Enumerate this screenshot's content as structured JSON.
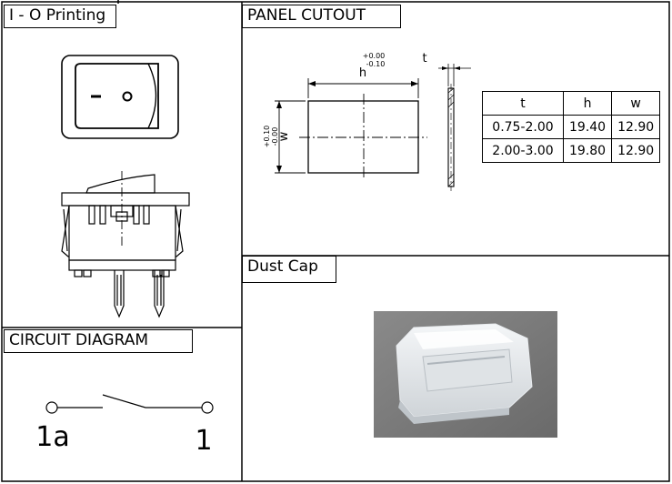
{
  "sections": {
    "io_printing": {
      "title": "I - O Printing",
      "rocker_symbols": "- o"
    },
    "panel_cutout": {
      "title": "PANEL CUTOUT",
      "h_tol_upper": "+0.00",
      "h_tol_lower": "-0.10",
      "h_label": "h",
      "w_tol_upper": "+0.10",
      "w_tol_lower": "-0.00",
      "w_label": "w",
      "t_label": "t",
      "table": {
        "headers": [
          "t",
          "h",
          "w"
        ],
        "rows": [
          [
            "0.75-2.00",
            "19.40",
            "12.90"
          ],
          [
            "2.00-3.00",
            "19.80",
            "12.90"
          ]
        ]
      }
    },
    "dust_cap": {
      "title": "Dust Cap"
    },
    "circuit_diagram": {
      "title": "CIRCUIT DIAGRAM",
      "terminal_left": "1a",
      "terminal_right": "1"
    }
  }
}
